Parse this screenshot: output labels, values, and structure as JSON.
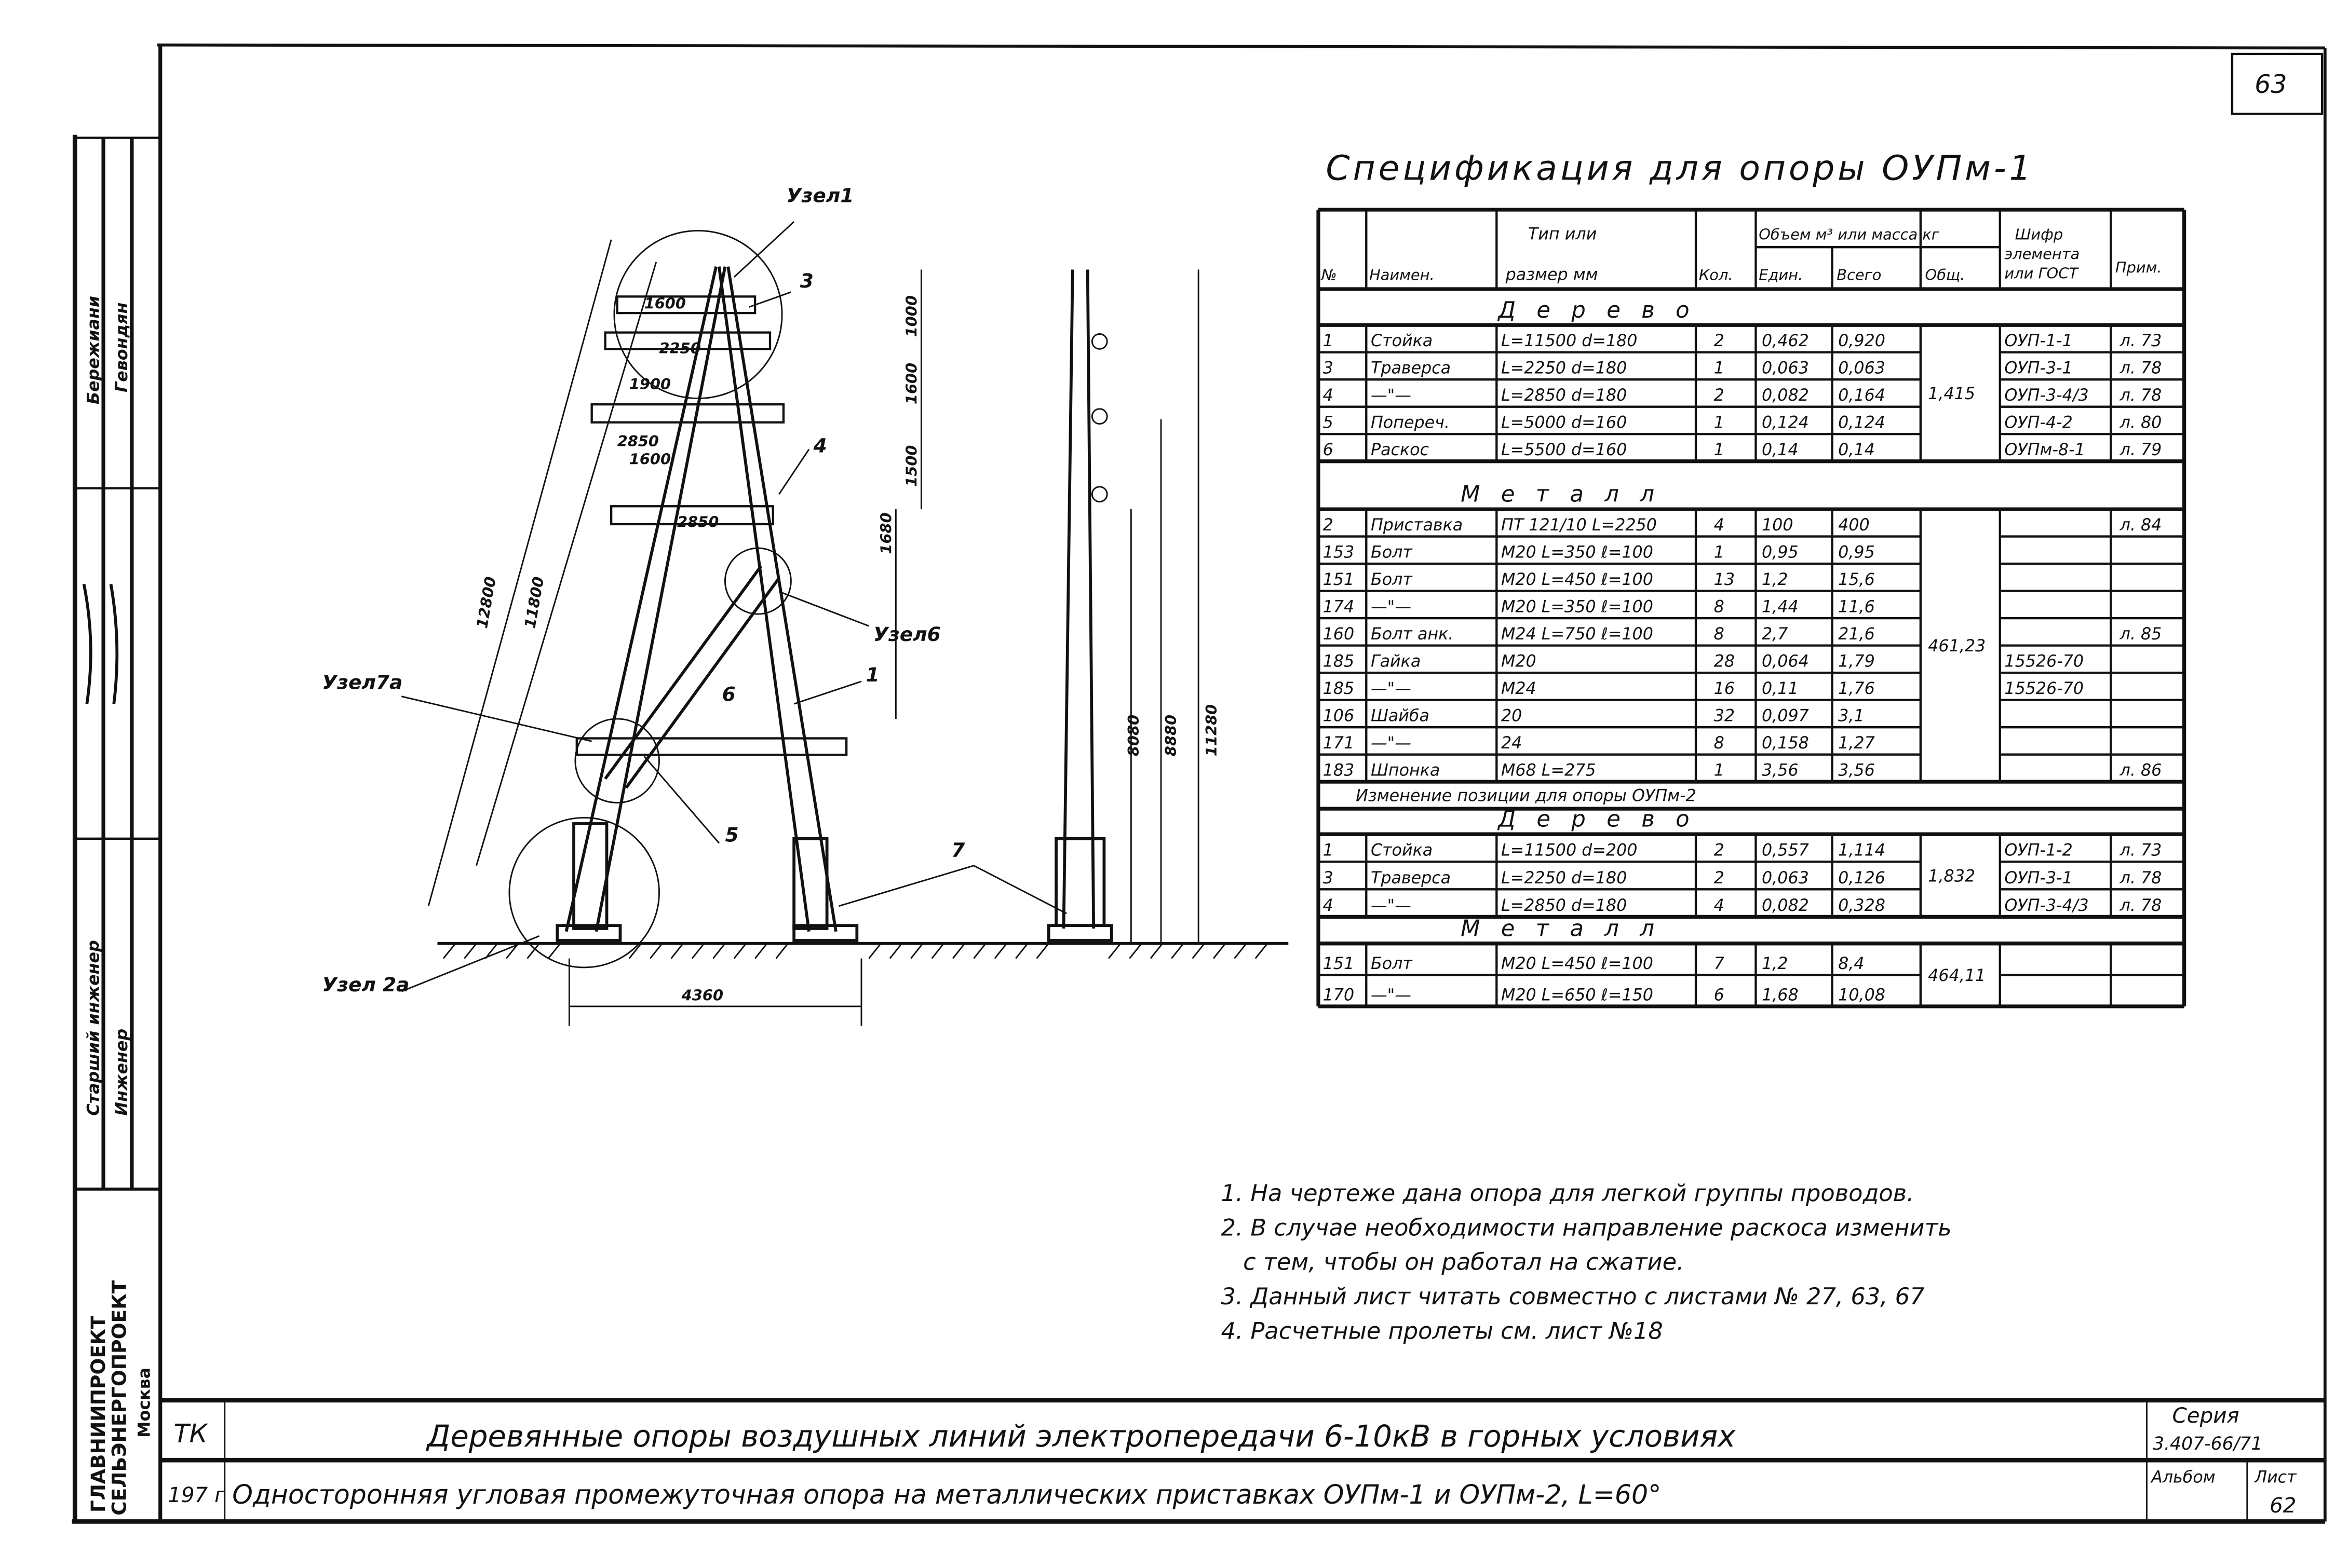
{
  "sheet": {
    "page_number": "63",
    "spec_title": "Спецификация для опоры ОУПм-1"
  },
  "table": {
    "headers": {
      "no": "№",
      "name": "Наимен.",
      "type_1": "Тип или",
      "type_2": "размер мм",
      "qty": "Кол.",
      "volume": "Объем м³ или масса кг",
      "unit": "Един.",
      "total": "Всего",
      "general": "Общ.",
      "code_1": "Шифр",
      "code_2": "элемента",
      "code_3": "или ГОСТ",
      "note": "Прим."
    },
    "section_wood": "Дерево",
    "section_metal": "Металл",
    "section_change": "Изменение позиции для опоры ОУПм-2",
    "wood_rows": [
      {
        "no": "1",
        "name": "Стойка",
        "size": "L=11500 d=180",
        "qty": "2",
        "unit": "0,462",
        "total": "0,920",
        "code": "ОУП-1-1",
        "note": "л. 73"
      },
      {
        "no": "3",
        "name": "Траверса",
        "size": "L=2250 d=180",
        "qty": "1",
        "unit": "0,063",
        "total": "0,063",
        "code": "ОУП-3-1",
        "note": "л. 78"
      },
      {
        "no": "4",
        "name": "—\"—",
        "size": "L=2850 d=180",
        "qty": "2",
        "unit": "0,082",
        "total": "0,164",
        "code": "ОУП-3-4/3",
        "note": "л. 78"
      },
      {
        "no": "5",
        "name": "Попереч.",
        "size": "L=5000 d=160",
        "qty": "1",
        "unit": "0,124",
        "total": "0,124",
        "code": "ОУП-4-2",
        "note": "л. 80"
      },
      {
        "no": "6",
        "name": "Раскос",
        "size": "L=5500 d=160",
        "qty": "1",
        "unit": "0,14",
        "total": "0,14",
        "code": "ОУПм-8-1",
        "note": "л. 79"
      }
    ],
    "wood_general": "1,415",
    "metal_rows": [
      {
        "no": "2",
        "name": "Приставка",
        "size": "ПТ 121/10 L=2250",
        "qty": "4",
        "unit": "100",
        "total": "400",
        "code": "",
        "note": "л. 84"
      },
      {
        "no": "153",
        "name": "Болт",
        "size": "М20 L=350 ℓ=100",
        "qty": "1",
        "unit": "0,95",
        "total": "0,95",
        "code": "",
        "note": ""
      },
      {
        "no": "151",
        "name": "Болт",
        "size": "М20 L=450 ℓ=100",
        "qty": "13",
        "unit": "1,2",
        "total": "15,6",
        "code": "",
        "note": ""
      },
      {
        "no": "174",
        "name": "—\"—",
        "size": "М20 L=350 ℓ=100",
        "qty": "8",
        "unit": "1,44",
        "total": "11,6",
        "code": "",
        "note": ""
      },
      {
        "no": "160",
        "name": "Болт анк.",
        "size": "М24 L=750 ℓ=100",
        "qty": "8",
        "unit": "2,7",
        "total": "21,6",
        "code": "",
        "note": "л. 85"
      },
      {
        "no": "185",
        "name": "Гайка",
        "size": "М20",
        "qty": "28",
        "unit": "0,064",
        "total": "1,79",
        "code": "15526-70",
        "note": ""
      },
      {
        "no": "185",
        "name": "—\"—",
        "size": "М24",
        "qty": "16",
        "unit": "0,11",
        "total": "1,76",
        "code": "15526-70",
        "note": ""
      },
      {
        "no": "106",
        "name": "Шайба",
        "size": "20",
        "qty": "32",
        "unit": "0,097",
        "total": "3,1",
        "code": "",
        "note": ""
      },
      {
        "no": "171",
        "name": "—\"—",
        "size": "24",
        "qty": "8",
        "unit": "0,158",
        "total": "1,27",
        "code": "",
        "note": ""
      },
      {
        "no": "183",
        "name": "Шпонка",
        "size": "М68 L=275",
        "qty": "1",
        "unit": "3,56",
        "total": "3,56",
        "code": "",
        "note": "л. 86"
      }
    ],
    "metal_general": "461,23",
    "change_wood_rows": [
      {
        "no": "1",
        "name": "Стойка",
        "size": "L=11500 d=200",
        "qty": "2",
        "unit": "0,557",
        "total": "1,114",
        "code": "ОУП-1-2",
        "note": "л. 73"
      },
      {
        "no": "3",
        "name": "Траверса",
        "size": "L=2250 d=180",
        "qty": "2",
        "unit": "0,063",
        "total": "0,126",
        "code": "ОУП-3-1",
        "note": "л. 78"
      },
      {
        "no": "4",
        "name": "—\"—",
        "size": "L=2850 d=180",
        "qty": "4",
        "unit": "0,082",
        "total": "0,328",
        "code": "ОУП-3-4/3",
        "note": "л. 78"
      }
    ],
    "change_wood_general": "1,832",
    "change_metal_rows": [
      {
        "no": "151",
        "name": "Болт",
        "size": "М20 L=450 ℓ=100",
        "qty": "7",
        "unit": "1,2",
        "total": "8,4",
        "code": "",
        "note": ""
      },
      {
        "no": "170",
        "name": "—\"—",
        "size": "М20 L=650 ℓ=150",
        "qty": "6",
        "unit": "1,68",
        "total": "10,08",
        "code": "",
        "note": ""
      }
    ],
    "change_metal_general": "464,11"
  },
  "drawing": {
    "node_labels": [
      "Узел1",
      "Узел6",
      "Узел7а",
      "Узел 2а"
    ],
    "positions": [
      "3",
      "4",
      "6",
      "1",
      "5",
      "7"
    ],
    "dims": [
      "1600",
      "2250",
      "1900",
      "2850",
      "1600",
      "2850",
      "1000",
      "1600",
      "1500",
      "1680",
      "12800",
      "11800",
      "4360",
      "8080",
      "8880",
      "11280"
    ]
  },
  "notes": [
    "1. На чертеже дана опора для легкой группы проводов.",
    "2. В случае необходимости направление раскоса изменить",
    "   с тем, чтобы он работал на сжатие.",
    "3. Данный лист читать совместно с листами № 27, 63, 67",
    "4. Расчетные пролеты см. лист №18"
  ],
  "title_block": {
    "code": "ТК",
    "year": "197 г",
    "title": "Деревянные опоры воздушных линий электропередачи 6-10кВ в горных условиях",
    "subtitle": "Односторонняя угловая промежуточная опора на металлических приставках ОУПм-1 и ОУПм-2, L=60°",
    "series_label": "Серия",
    "series": "3.407-66/71",
    "album_label": "Альбом",
    "sheet_label": "Лист",
    "sheet": "62"
  },
  "stamp": {
    "name_1": "Бережиани",
    "name_2": "Гевондян",
    "role_1": "Старший инженер",
    "role_2": "Инженер",
    "org_1": "ГЛАВНИИПРОЕКТ",
    "org_2": "СЕЛЬЭНЕРГОПРОЕКТ",
    "city": "Москва"
  }
}
